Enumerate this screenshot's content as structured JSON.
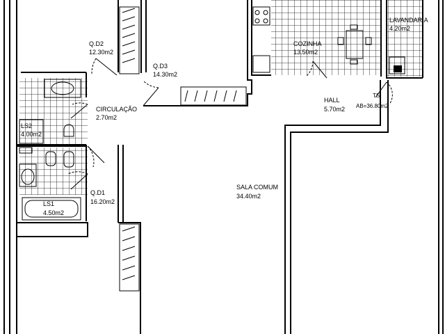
{
  "plan": {
    "rooms": [
      {
        "key": "qd2",
        "name": "Q.D2",
        "area": "12.30m2"
      },
      {
        "key": "qd3",
        "name": "Q.D3",
        "area": "14.30m2"
      },
      {
        "key": "cozinha",
        "name": "COZINHA",
        "area": "13.50m2"
      },
      {
        "key": "lavandaria",
        "name": "LAVANDARIA",
        "area": "4.20m2"
      },
      {
        "key": "hall",
        "name": "HALL",
        "area": "5.70m2"
      },
      {
        "key": "circulacao",
        "name": "CIRCULAÇÃO",
        "area": "2.70m2"
      },
      {
        "key": "ls2",
        "name": "LS2",
        "area": "4.00m2"
      },
      {
        "key": "qd1",
        "name": "Q.D1",
        "area": "16.20m2"
      },
      {
        "key": "ls1",
        "name": "LS1",
        "area": "4.50m2"
      },
      {
        "key": "sala",
        "name": "SALA COMUM",
        "area": "34.40m2"
      }
    ],
    "annotations": {
      "ts": "TS",
      "ab": "AB=36.80m2"
    },
    "colors": {
      "line": "#000000",
      "background": "#ffffff"
    }
  }
}
